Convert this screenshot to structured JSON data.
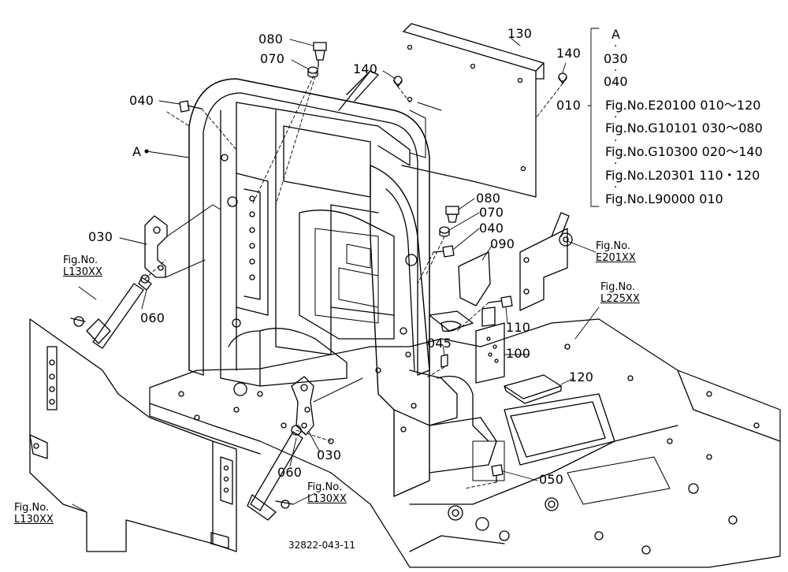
{
  "drawing_number": "32822-043-11",
  "callouts": {
    "c080a": "080",
    "c070a": "070",
    "c040a": "040",
    "cA": "A",
    "c140a": "140",
    "c130": "130",
    "c140b": "140",
    "c010": "010",
    "c030a": "030",
    "c060a": "060",
    "c080b": "080",
    "c070b": "070",
    "c040b": "040",
    "c090": "090",
    "c110": "110",
    "c045": "045",
    "c100": "100",
    "c120": "120",
    "c030b": "030",
    "c060b": "060",
    "c050": "050"
  },
  "fig_refs": {
    "l130_left": {
      "prefix": "Fig.No.",
      "code": "L130XX"
    },
    "l130_center": {
      "prefix": "Fig.No.",
      "code": "L130XX"
    },
    "l130_bottom": {
      "prefix": "Fig.No.",
      "code": "L130XX"
    },
    "e201": {
      "prefix": "Fig.No.",
      "code": "E201XX"
    },
    "l225": {
      "prefix": "Fig.No.",
      "code": "L225XX"
    }
  },
  "legend": {
    "head": "A",
    "item1": "030",
    "item2": "040",
    "lines": [
      "Fig.No.E20100  010～120",
      "Fig.No.G10101  030～080",
      "Fig.No.G10300  020～140",
      "Fig.No.L20301  110・120",
      "Fig.No.L90000  010"
    ]
  }
}
